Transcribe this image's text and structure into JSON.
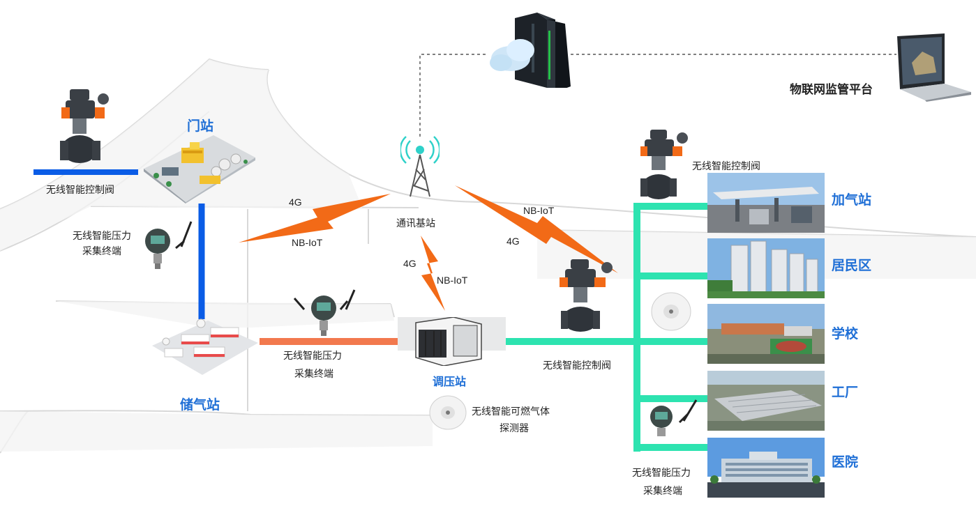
{
  "platform": {
    "label": "物联网监管平台"
  },
  "base_station": {
    "label": "通讯基站"
  },
  "stations": {
    "gate": "门站",
    "storage": "储气站",
    "regulator": "调压站"
  },
  "devices": {
    "valve_gate": "无线智能控制阀",
    "pressure_gate": [
      "无线智能压力",
      "采集终端"
    ],
    "pressure_mid": [
      "无线智能压力",
      "采集终端"
    ],
    "detector": [
      "无线智能可燃气体",
      "探测器"
    ],
    "valve_mid": "无线智能控制阀",
    "valve_top_right": "无线智能控制阀",
    "pressure_bottom_right": [
      "无线智能压力",
      "采集终端"
    ]
  },
  "signals": {
    "left_top": "4G",
    "left_bottom": "NB-IoT",
    "mid_top": "4G",
    "mid_bottom": "NB-IoT",
    "right_top": "NB-IoT",
    "right_bottom": "4G"
  },
  "consumers": [
    {
      "name": "加气站",
      "icon": "gas-station-photo"
    },
    {
      "name": "居民区",
      "icon": "residential-photo"
    },
    {
      "name": "学校",
      "icon": "school-photo"
    },
    {
      "name": "工厂",
      "icon": "factory-photo"
    },
    {
      "name": "医院",
      "icon": "hospital-photo"
    }
  ],
  "colors": {
    "pipe_blue": "#0a5ce6",
    "pipe_orange": "#f2794e",
    "pipe_green": "#2de3b0",
    "signal_orange": "#f26a17",
    "label_blue": "#1f6fd6"
  }
}
